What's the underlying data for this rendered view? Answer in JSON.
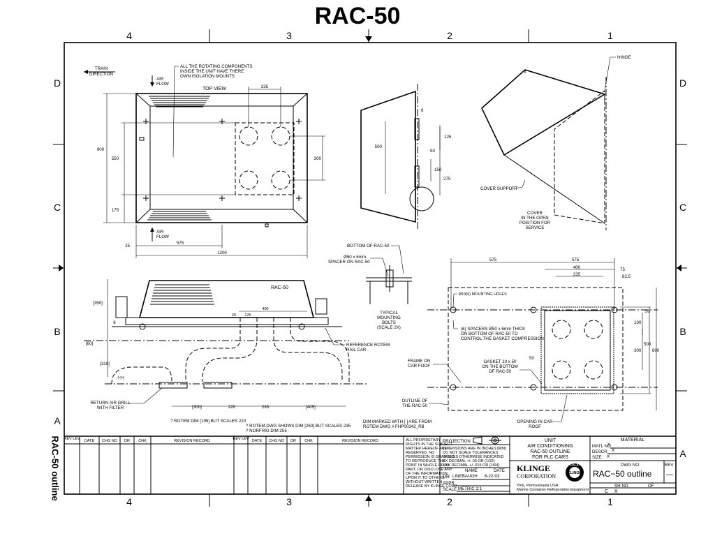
{
  "title": "RAC-50",
  "side_label": "RAC-50 outline",
  "border": {
    "columns_top": [
      "4",
      "3",
      "2",
      "1"
    ],
    "columns_bottom": [
      "4",
      "3",
      "2",
      "1"
    ],
    "rows_left": [
      "D",
      "C",
      "B",
      "A"
    ],
    "rows_right": [
      "D",
      "C",
      "B",
      "A"
    ]
  },
  "top_view": {
    "train_direction": [
      "TRAIN",
      "DIRECTION"
    ],
    "rotating_note": [
      "ALL THE ROTATING COMPONENTS",
      "INSIDE THE UNIT HAVE THERE",
      "OWN ISOLATION MOUNTS"
    ],
    "air_flow_top": [
      "AIR",
      "FLOW"
    ],
    "air_flow_bottom": [
      "AIR",
      "FLOW"
    ],
    "label": "TOP VIEW",
    "dims": {
      "d235": "235",
      "d900": "900",
      "d550": "550",
      "d300": "300",
      "d175": "175",
      "d25": "25",
      "d575": "575",
      "d1200": "1200"
    }
  },
  "side_view": {
    "dims": {
      "d6": "6",
      "d125": "125",
      "d500": "500",
      "d50": "50",
      "d150": "150",
      "d275": "275"
    }
  },
  "iso_view": {
    "hinge": "HINGE",
    "cover_support": "COVER SUPPORT",
    "cover_open": [
      "COVER",
      "IN THE OPEN",
      "POSITION FOR",
      "SERVICE"
    ]
  },
  "bolt_detail": {
    "bottom_of": "BOTTOM OF RAC-50",
    "spacer": [
      "Ø50 x 6mm",
      "SPACER ON RAC-50"
    ],
    "typical": [
      "TYPICAL",
      "MOUNTING",
      "BOLTS",
      "(SCALE 2X)"
    ]
  },
  "front_view": {
    "label": "RAC-50",
    "left_dims": {
      "d350": "[350]",
      "d6": "6",
      "d60": "[60]",
      "d310": "[310]",
      "d777": "???"
    },
    "top_dims": {
      "d20": "20",
      "d125": "125",
      "d400": "400"
    },
    "reference": [
      "REFERENCE ROTEM",
      "RAIL CAR"
    ],
    "return_grill": [
      "RETURN AIR GRILL",
      "WITH FILTER"
    ],
    "bottom_dims": {
      "d300": "[300]",
      "d220": "220",
      "d235": "235",
      "d405": "[405]"
    },
    "notes": [
      "? ROTEM DIM [195] BUT SCALES 220",
      "? ROTEM DWG SHOWS DIM [260] BUT SCALES 235",
      "? NORFRIG DIM 255"
    ],
    "dim_marked": [
      "DIM MARKED WITH [ ] ARE FROM",
      "ROTEM DWG # FHP00342_RB"
    ]
  },
  "plan_view": {
    "dims": {
      "d575a": "575",
      "d575b": "575",
      "d400": "400",
      "d75": "75",
      "d235": "235",
      "d82": "82.5",
      "d50a": "50",
      "d100": "100",
      "d300": "300",
      "d500": "500",
      "d800": "800",
      "d50b": "50"
    },
    "mounting_holes": "Ø19(6) MOUNTING HOLES",
    "spacers": [
      "(6) SPACERS Ø50 x 6mm THICK",
      "ON BOTTOM OF RAC-50 TO",
      "CONTROL THE GASKET COMPRESSION"
    ],
    "frame": [
      "FRAME ON",
      "CAR FOOF"
    ],
    "gasket": [
      "GASKET 10 x 50",
      "ON THE BOTTOM",
      "OF RAC-50"
    ],
    "outline": [
      "OUTLINE OF",
      "THE RAC-50"
    ],
    "opening": [
      "OPENING IN CAR",
      "ROOF"
    ]
  },
  "title_block": {
    "rev_headers": [
      "REV LEV",
      "DATE",
      "CHG NO",
      "DR",
      "CHK",
      "REVISION RECORD"
    ],
    "proprietary": [
      "ALL PROPRIETARY",
      "RIGHTS IN THE SUBJECT",
      "MATTER HEREOF ARE",
      "RESERVED. NO",
      "PERMISSION IS GRANTED",
      "TO REPRODUCE THE",
      "PRINT IN WHOLE OR IN",
      "PART, OR DISCLOSE ANY",
      "OF THE INFORMATION",
      "UPON IT TO OTHERS",
      "WITHOUT WRITTEN",
      "RELEASE BY KLINGE CORP."
    ],
    "projection": "PROJECTION",
    "tolerances": [
      "DIMENSIONS ARE IN INCHES [MM]",
      "DO NOT SCALE      TOLERANCES",
      "UNLESS OTHERWISE INDICATED",
      "XX DECIMAL    +/-.03 OR (1/32)",
      "XXX DECIMAL   +/-.015 OR (1/64)"
    ],
    "name_header": "NAME",
    "date_header": "DATE",
    "dr_label": "DR",
    "dr_name": "LINEBAUGH",
    "dr_date": "6-22-03",
    "appr_label": "APPR",
    "scale_label": "SCALE",
    "scale_value": "METRIC 1:1",
    "unit_lines": [
      "UNIT",
      "AIR CONDITIONING",
      "RAC-50 OUTLINE",
      "FOR PLC CARS"
    ],
    "company": [
      "KLINGE",
      "CORPORATION"
    ],
    "company_address": [
      "York, Pennsylvania        USA",
      "Marine Container Refrigeration Equipment"
    ],
    "logo_text": "KLINGE",
    "logo_ring": "PAUL",
    "material_header": "MATERIAL",
    "matl_no": "MATL NO",
    "descr": "DESCR",
    "size": "SIZE",
    "x_mark": "X",
    "dwg_no_header": "DWG NO",
    "rev_header": "REV",
    "dwg_no": "RAC−50 outline",
    "rev_value": "—",
    "sh_no": "SH NO",
    "of": "OF",
    "page_size": "C",
    "page_rev": "X"
  }
}
